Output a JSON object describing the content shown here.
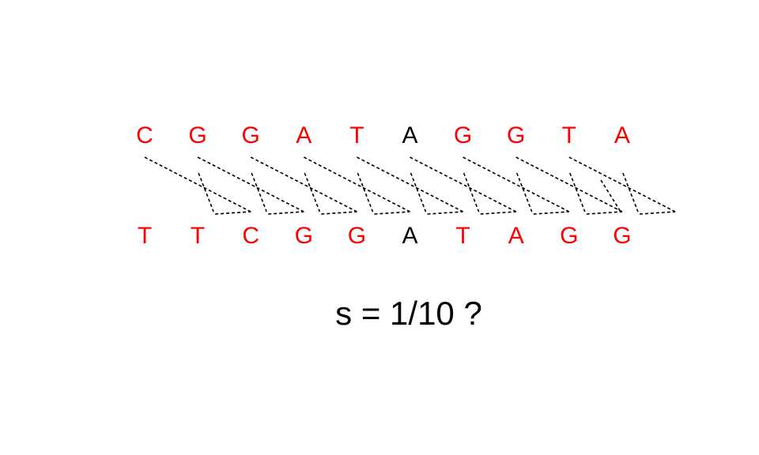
{
  "colors": {
    "match": "#ff0000",
    "mismatch": "#000000"
  },
  "top_sequence": [
    {
      "letter": "C",
      "match": true
    },
    {
      "letter": "G",
      "match": true
    },
    {
      "letter": "G",
      "match": true
    },
    {
      "letter": "A",
      "match": true
    },
    {
      "letter": "T",
      "match": true
    },
    {
      "letter": "A",
      "match": false
    },
    {
      "letter": "G",
      "match": true
    },
    {
      "letter": "G",
      "match": true
    },
    {
      "letter": "T",
      "match": true
    },
    {
      "letter": "A",
      "match": true
    }
  ],
  "bottom_sequence": [
    {
      "letter": "T",
      "match": true
    },
    {
      "letter": "T",
      "match": true
    },
    {
      "letter": "C",
      "match": true
    },
    {
      "letter": "G",
      "match": true
    },
    {
      "letter": "G",
      "match": true
    },
    {
      "letter": "A",
      "match": false
    },
    {
      "letter": "T",
      "match": true
    },
    {
      "letter": "A",
      "match": true
    },
    {
      "letter": "G",
      "match": true
    },
    {
      "letter": "G",
      "match": true
    }
  ],
  "score_text": "s = 1/10 ?"
}
